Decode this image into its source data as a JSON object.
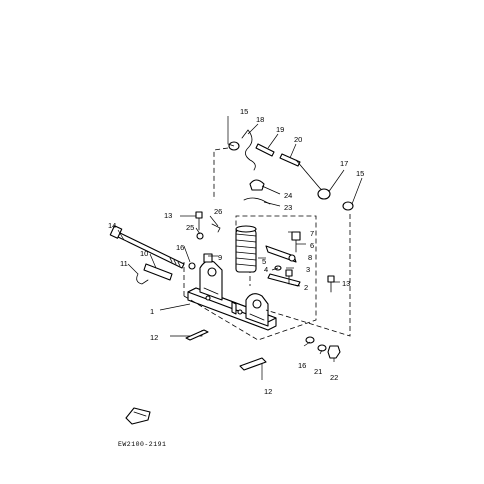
{
  "diagram": {
    "labels": {
      "l1": "1",
      "l2": "2",
      "l3": "3",
      "l4": "4",
      "l5": "5",
      "l6": "6",
      "l7": "7",
      "l8": "8",
      "l9": "9",
      "l10": "10",
      "l11": "11",
      "l12a": "12",
      "l12b": "12",
      "l13a": "13",
      "l13b": "13",
      "l14": "14",
      "l15a": "15",
      "l15b": "15",
      "l16a": "16",
      "l16b": "16",
      "l17": "17",
      "l18": "18",
      "l19": "19",
      "l20": "20",
      "l21": "21",
      "l22": "22",
      "l23": "23",
      "l24": "24",
      "l25": "25",
      "l26": "26"
    },
    "drawing_code": "EW2100-2191"
  }
}
